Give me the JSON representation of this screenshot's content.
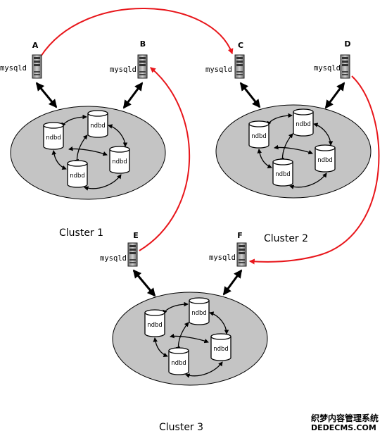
{
  "servers": [
    {
      "id": "A",
      "label": "mysqld"
    },
    {
      "id": "B",
      "label": "mysqld"
    },
    {
      "id": "C",
      "label": "mysqld"
    },
    {
      "id": "D",
      "label": "mysqld"
    },
    {
      "id": "E",
      "label": "mysqld"
    },
    {
      "id": "F",
      "label": "mysqld"
    }
  ],
  "clusters": [
    {
      "name": "Cluster 1",
      "nodes": [
        "ndbd",
        "ndbd",
        "ndbd",
        "ndbd"
      ]
    },
    {
      "name": "Cluster 2",
      "nodes": [
        "ndbd",
        "ndbd",
        "ndbd",
        "ndbd"
      ]
    },
    {
      "name": "Cluster 3",
      "nodes": [
        "ndbd",
        "ndbd",
        "ndbd",
        "ndbd"
      ]
    }
  ],
  "replication_links": [
    {
      "from": "A",
      "to": "C"
    },
    {
      "from": "D",
      "to": "F"
    },
    {
      "from": "E",
      "to": "B"
    }
  ],
  "watermark": {
    "line1": "织梦内容管理系统",
    "line2": "DEDECMS.COM"
  },
  "colors": {
    "replication": "#e8161b",
    "cluster_fill": "#c4c4c4",
    "link": "#000000"
  }
}
